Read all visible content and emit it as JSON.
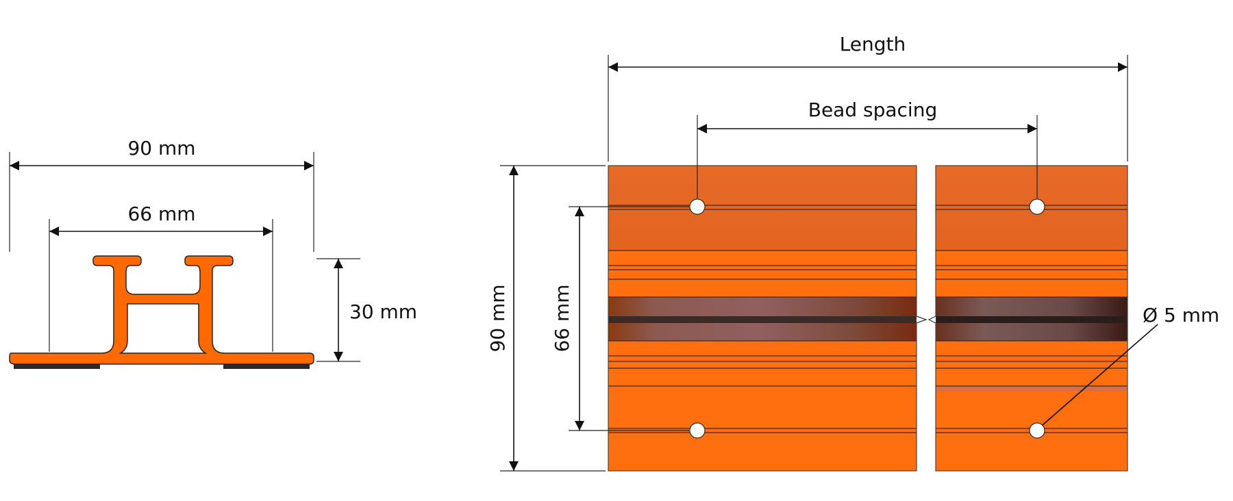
{
  "colors": {
    "profile_orange": "#ff6a00",
    "panel_top": "#ea6a24",
    "panel_mid": "#ff6f10",
    "pad_black": "#2a2a2a",
    "outline": "#222222"
  },
  "cross_section": {
    "width_label": "90 mm",
    "inner_width_label": "66 mm",
    "height_label": "30 mm"
  },
  "front_view": {
    "length_label": "Length",
    "bead_spacing_label": "Bead spacing",
    "height_label": "90 mm",
    "inner_height_label": "66 mm",
    "hole_diameter_label": "Ø 5 mm"
  }
}
